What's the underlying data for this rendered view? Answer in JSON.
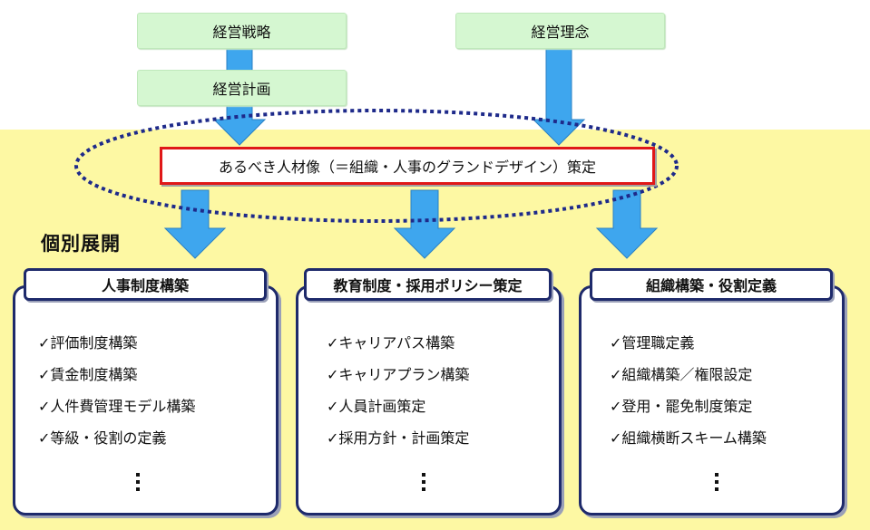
{
  "top": {
    "strategy": "経営戦略",
    "philosophy": "経営理念",
    "plan": "経営計画"
  },
  "center": {
    "label": "あるべき人材像（＝組織・人事のグランドデザイン）策定"
  },
  "heading": "個別展開",
  "panels": [
    {
      "title": "人事制度構築",
      "items": [
        "✓評価制度構築",
        "✓賃金制度構築",
        "✓人件費管理モデル構築",
        "✓等級・役割の定義"
      ]
    },
    {
      "title": "教育制度・採用ポリシー策定",
      "items": [
        "✓キャリアパス構築",
        "✓キャリアプラン構築",
        "✓人員計画策定",
        "✓採用方針・計画策定"
      ]
    },
    {
      "title": "組織構築・役割定義",
      "items": [
        "✓管理職定義",
        "✓組織構築／権限設定",
        "✓登用・罷免制度策定",
        "✓組織横断スキーム構築"
      ]
    }
  ],
  "colors": {
    "top_box_fill": "#d5f7d1",
    "arrow_fill": "#3ea6ee",
    "center_border": "#e01818",
    "ellipse_dots": "#1e2a8a",
    "panel_border": "#1e2a6b",
    "band": "#fdf8a3"
  }
}
